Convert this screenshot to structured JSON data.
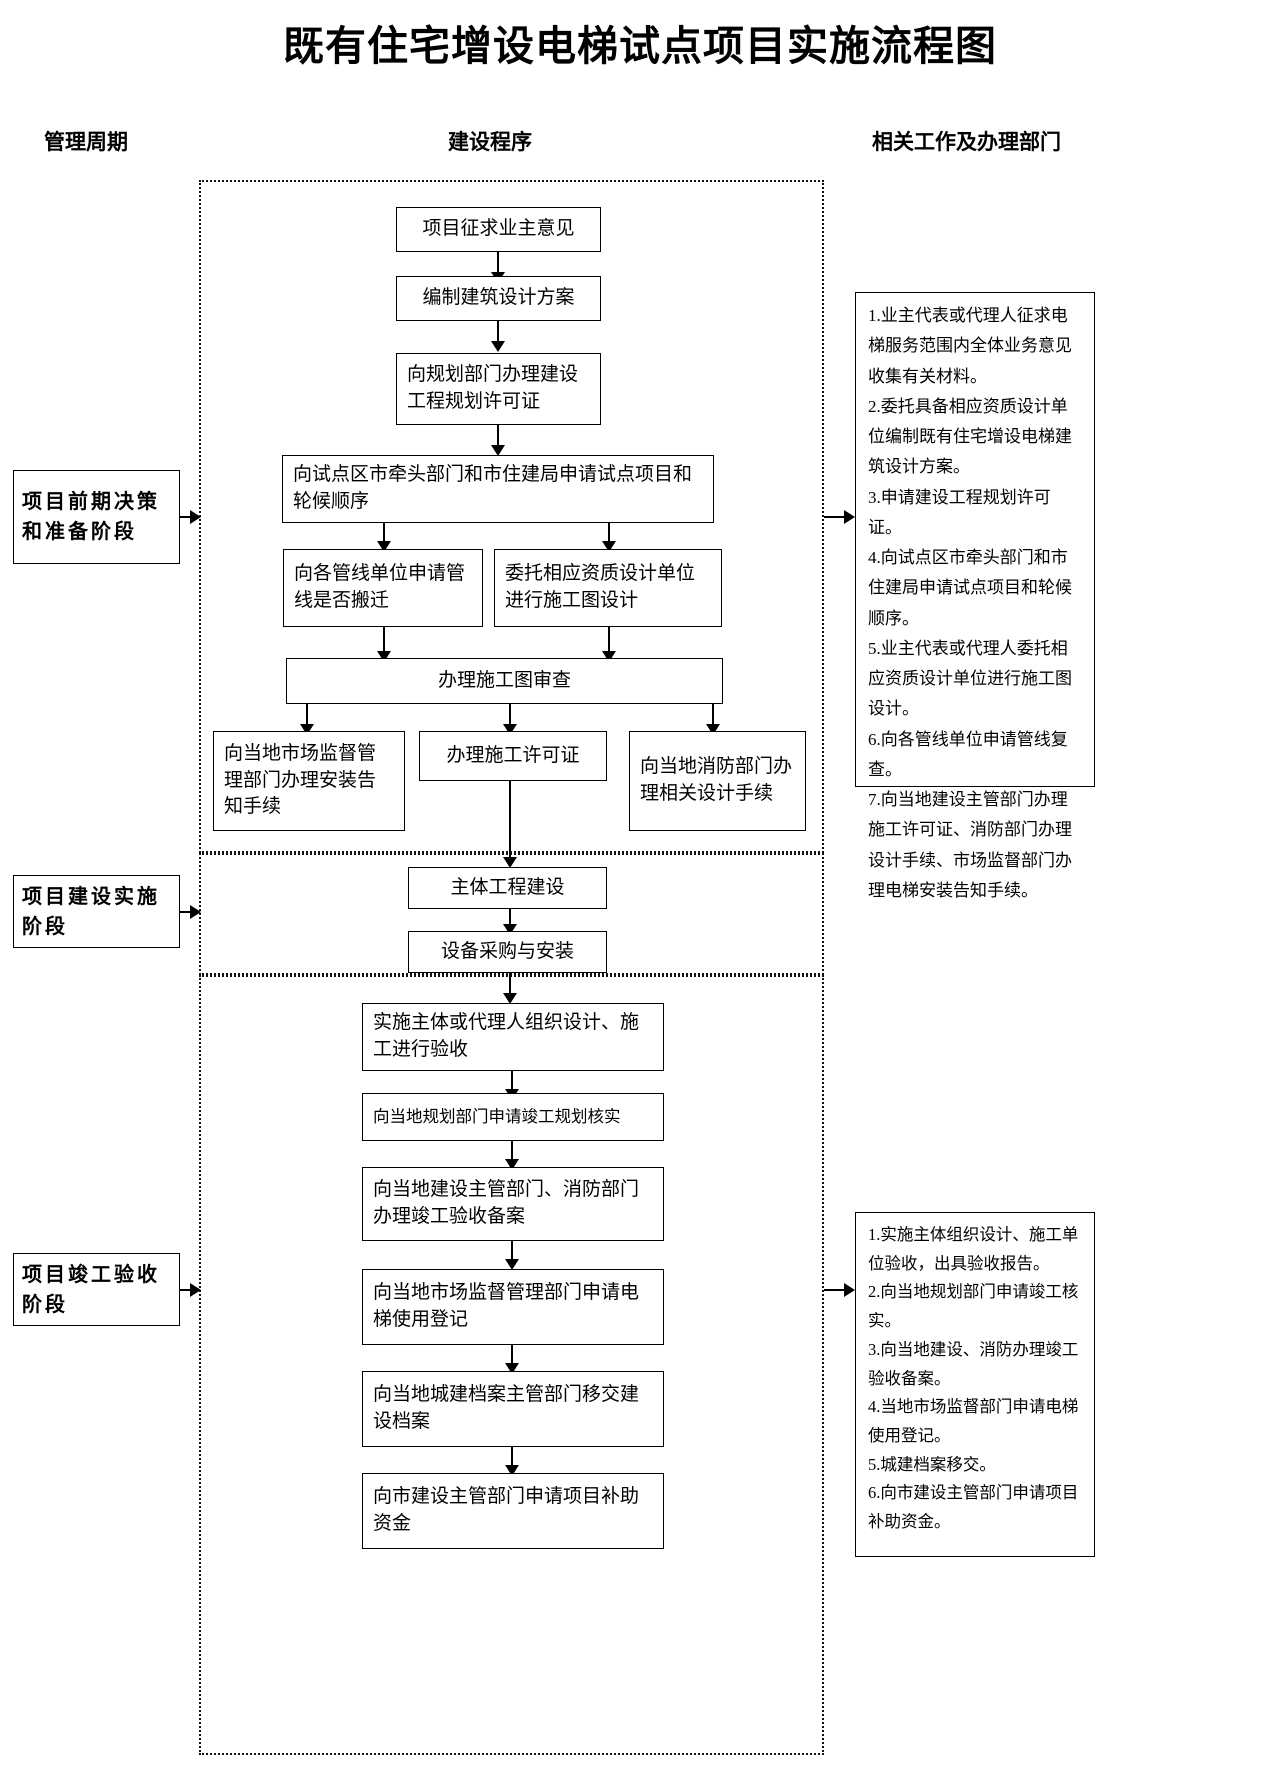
{
  "title": "既有住宅增设电梯试点项目实施流程图",
  "columns": {
    "left": "管理周期",
    "center": "建设程序",
    "right": "相关工作及办理部门"
  },
  "stages": [
    {
      "id": "stage-1",
      "label": "项目前期决策和准备阶段"
    },
    {
      "id": "stage-2",
      "label": "项目建设实施阶段"
    },
    {
      "id": "stage-3",
      "label": "项目竣工验收阶段"
    }
  ],
  "nodes": {
    "n1": "项目征求业主意见",
    "n2": "编制建筑设计方案",
    "n3": "向规划部门办理建设工程规划许可证",
    "n4": "向试点区市牵头部门和市住建局申请试点项目和轮候顺序",
    "n5": "向各管线单位申请管线是否搬迁",
    "n6": "委托相应资质设计单位进行施工图设计",
    "n7": "办理施工图审查",
    "n8": "向当地市场监督管理部门办理安装告知手续",
    "n9": "办理施工许可证",
    "n10": "向当地消防部门办理相关设计手续",
    "n11": "主体工程建设",
    "n12": "设备采购与安装",
    "n13": "实施主体或代理人组织设计、施工进行验收",
    "n14": "向当地规划部门申请竣工规划核实",
    "n15": "向当地建设主管部门、消防部门办理竣工验收备案",
    "n16": "向当地市场监督管理部门申请电梯使用登记",
    "n17": "向当地城建档案主管部门移交建设档案",
    "n18": "向市建设主管部门申请项目补助资金"
  },
  "notes": {
    "top": "1.业主代表或代理人征求电梯服务范围内全体业务意见收集有关材料。\n2.委托具备相应资质设计单位编制既有住宅增设电梯建筑设计方案。\n3.申请建设工程规划许可证。\n4.向试点区市牵头部门和市住建局申请试点项目和轮候顺序。\n5.业主代表或代理人委托相应资质设计单位进行施工图设计。\n6.向各管线单位申请管线复查。\n7.向当地建设主管部门办理施工许可证、消防部门办理设计手续、市场监督部门办理电梯安装告知手续。",
    "bottom": "1.实施主体组织设计、施工单位验收，出具验收报告。\n2.向当地规划部门申请竣工核实。\n3.向当地建设、消防办理竣工验收备案。\n4.当地市场监督部门申请电梯使用登记。\n5.城建档案移交。\n6.向市建设主管部门申请项目补助资金。"
  }
}
